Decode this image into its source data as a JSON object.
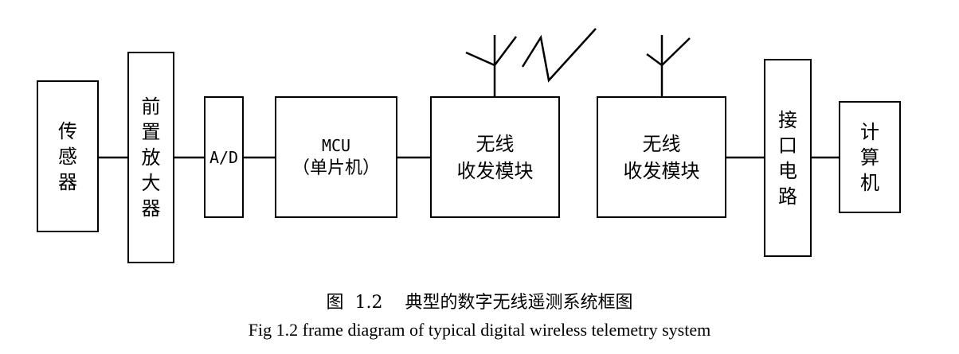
{
  "blocks": {
    "sensor": "传感器",
    "preamp": "前置放大器",
    "ad": "A/D",
    "mcu_line1": "MCU",
    "mcu_line2": "（单片机）",
    "radio_tx": "无线\n收发模块",
    "radio_rx": "无线\n收发模块",
    "interface": "接口电路",
    "computer": "计算机"
  },
  "caption": {
    "chinese": "图  1.2    典型的数字无线遥测系统框图",
    "english": "Fig 1.2 frame diagram of typical digital wireless telemetry system"
  }
}
